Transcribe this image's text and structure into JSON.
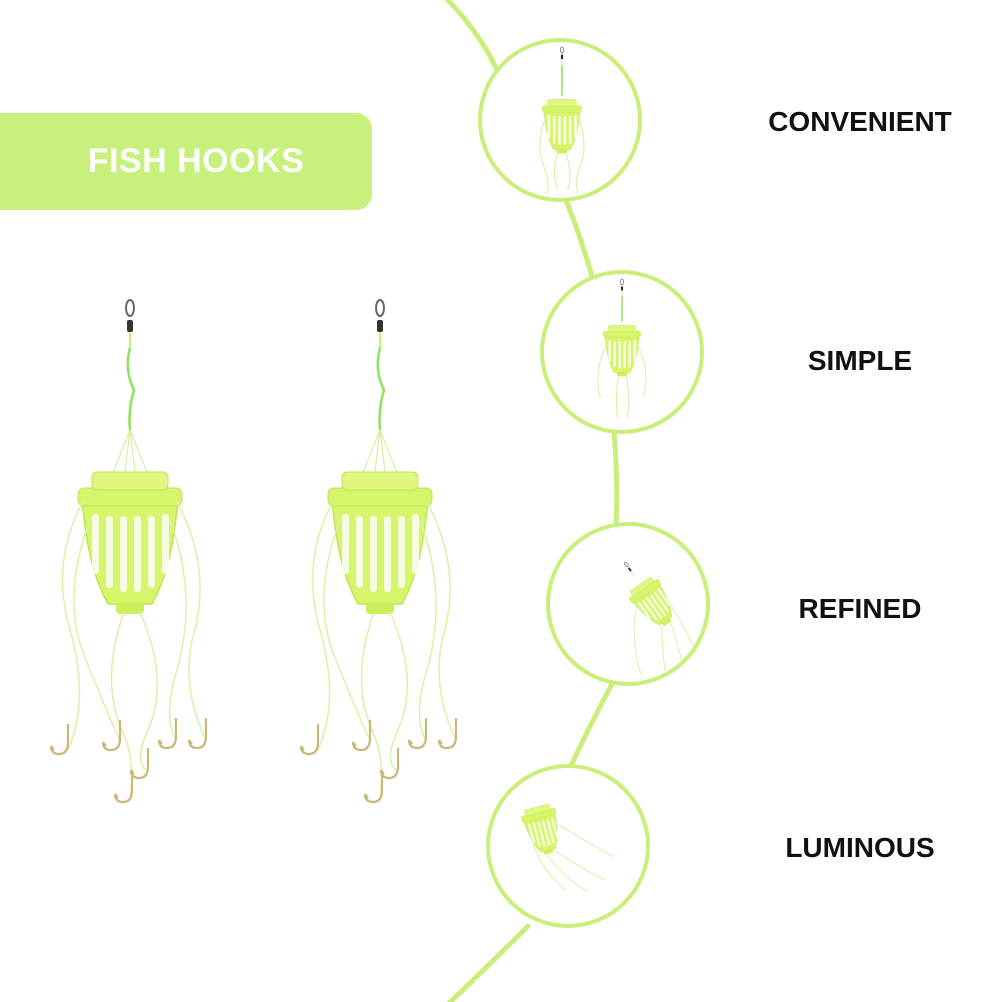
{
  "banner": {
    "title": "FISH HOOKS"
  },
  "features": [
    {
      "label": "CONVENIENT"
    },
    {
      "label": "SIMPLE"
    },
    {
      "label": "REFINED"
    },
    {
      "label": "LUMINOUS"
    }
  ],
  "colors": {
    "accent": "#c8f07c",
    "line": "#c9ef7a",
    "cage": "#d6f56a",
    "cage_dark": "#b9e04a",
    "text": "#111111"
  },
  "icons": [
    "fish-hook-rig-icon",
    "cage-feeder-icon",
    "swivel-icon"
  ]
}
